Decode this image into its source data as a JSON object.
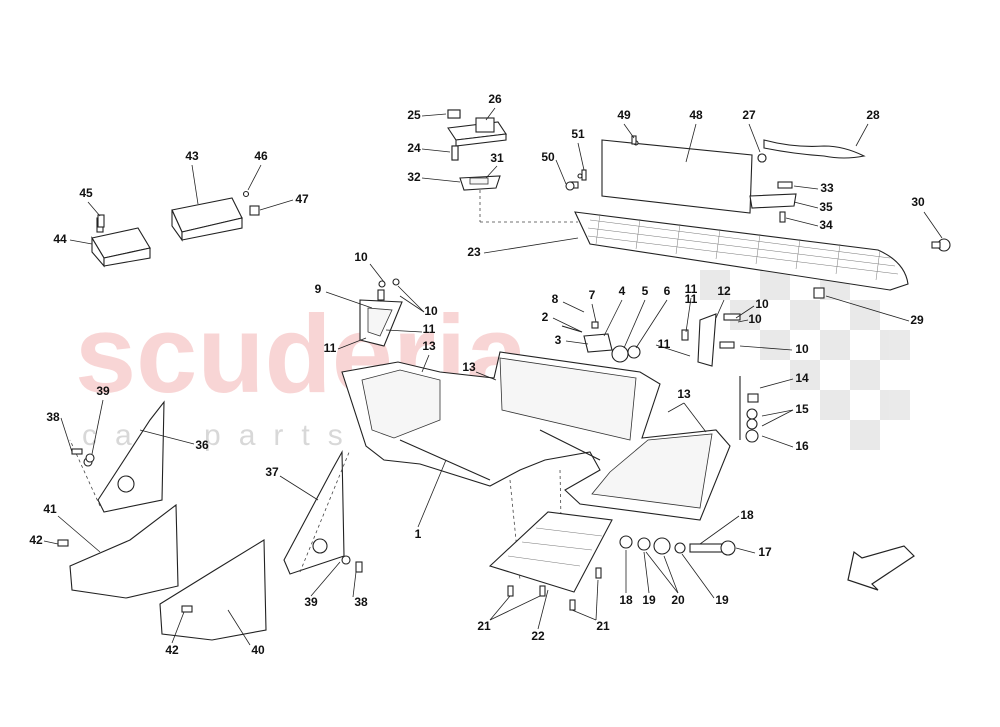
{
  "watermark": {
    "brand": "scuderia",
    "sub": "car parts"
  },
  "callouts": [
    "1",
    "2",
    "3",
    "4",
    "5",
    "6",
    "7",
    "8",
    "9",
    "10",
    "10",
    "10",
    "10",
    "10",
    "11",
    "11",
    "11",
    "11",
    "11",
    "12",
    "13",
    "13",
    "13",
    "14",
    "15",
    "16",
    "17",
    "18",
    "18",
    "19",
    "19",
    "20",
    "21",
    "21",
    "22",
    "23",
    "24",
    "25",
    "26",
    "27",
    "28",
    "29",
    "30",
    "31",
    "32",
    "33",
    "34",
    "35",
    "36",
    "37",
    "38",
    "38",
    "39",
    "39",
    "40",
    "41",
    "42",
    "42",
    "43",
    "44",
    "45",
    "46",
    "47",
    "48",
    "49",
    "50",
    "51"
  ],
  "colors": {
    "line": "#222222",
    "watermark_red": "#f3b4b4",
    "watermark_grey": "#d8d8d8"
  },
  "icons": {
    "direction": "direction-arrow-icon"
  }
}
